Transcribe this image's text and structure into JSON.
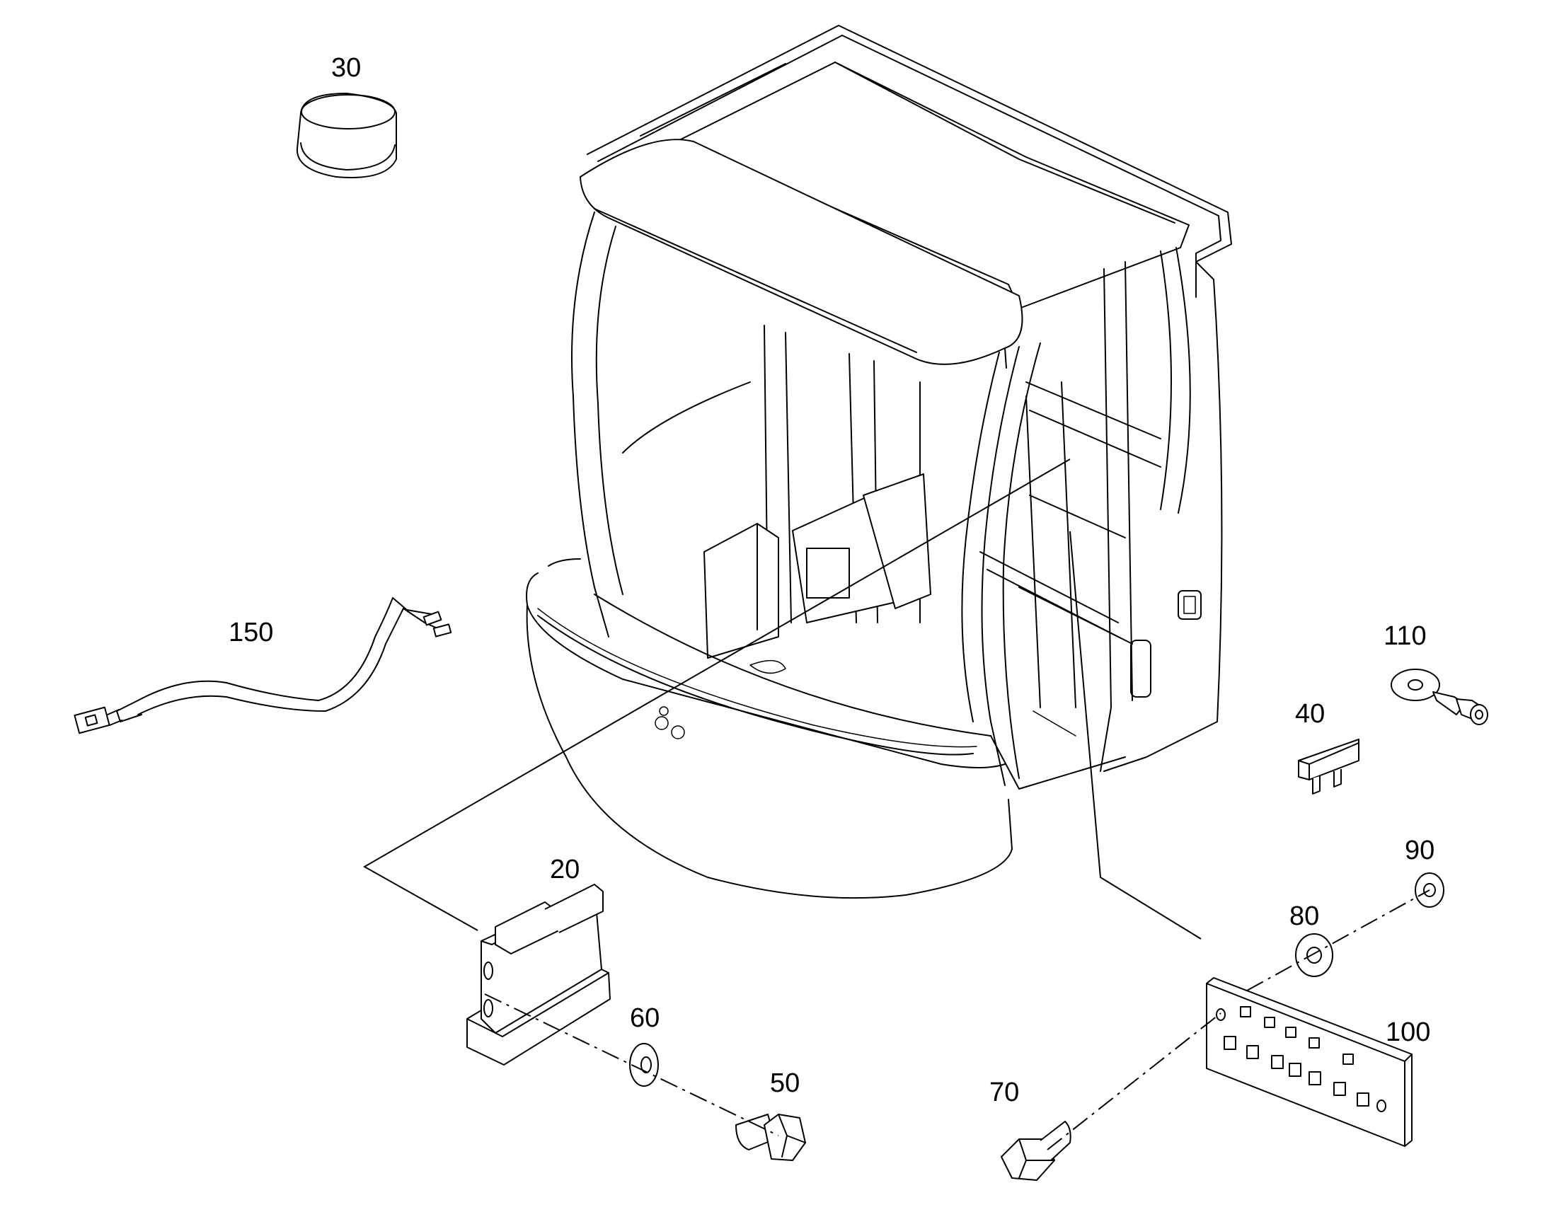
{
  "callouts": [
    {
      "id": "c30",
      "text": "30"
    },
    {
      "id": "c150",
      "text": "150"
    },
    {
      "id": "c20",
      "text": "20"
    },
    {
      "id": "c60",
      "text": "60"
    },
    {
      "id": "c50",
      "text": "50"
    },
    {
      "id": "c70",
      "text": "70"
    },
    {
      "id": "c100",
      "text": "100"
    },
    {
      "id": "c80",
      "text": "80"
    },
    {
      "id": "c90",
      "text": "90"
    },
    {
      "id": "c40",
      "text": "40"
    },
    {
      "id": "c110",
      "text": "110"
    }
  ]
}
